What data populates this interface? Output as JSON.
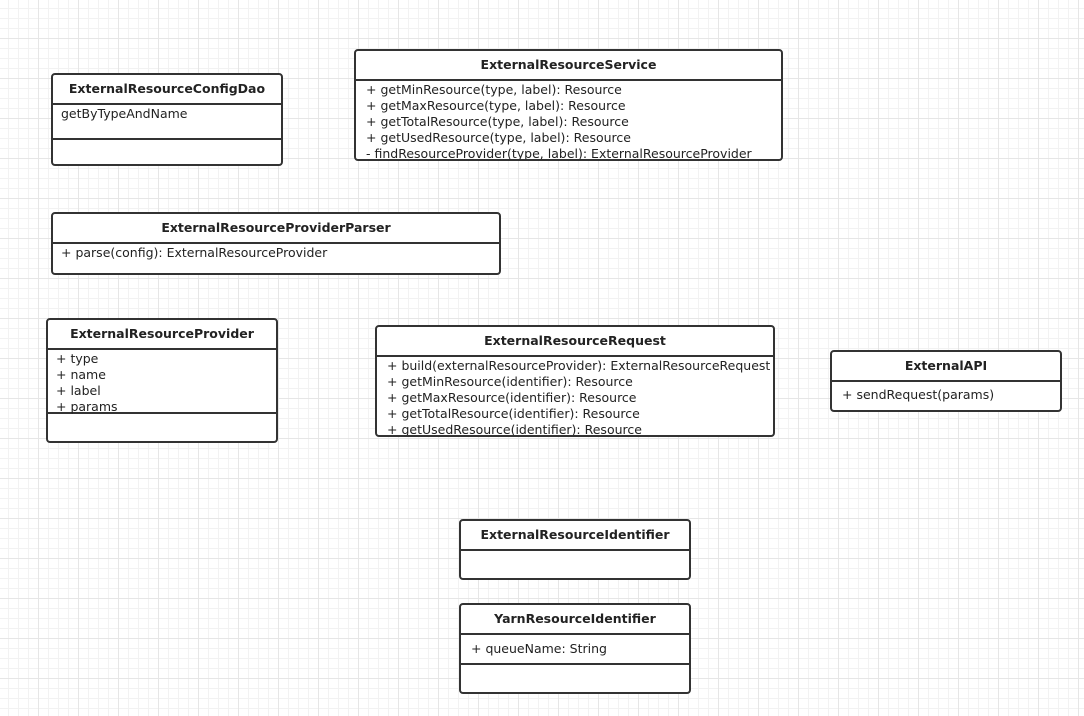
{
  "classes": {
    "config_dao": {
      "name": "ExternalResourceConfigDao",
      "attributes": [
        "getByTypeAndName"
      ],
      "methods": []
    },
    "service": {
      "name": "ExternalResourceService",
      "members": [
        "+ getMinResource(type, label): Resource",
        "+ getMaxResource(type, label): Resource",
        "+ getTotalResource(type, label): Resource",
        "+ getUsedResource(type, label): Resource",
        "- findResourceProvider(type, label): ExternalResourceProvider"
      ]
    },
    "parser": {
      "name": "ExternalResourceProviderParser",
      "members": [
        "+ parse(config):  ExternalResourceProvider"
      ]
    },
    "provider": {
      "name": "ExternalResourceProvider",
      "attributes": [
        "+ type",
        "+ name",
        "+ label",
        "+ params"
      ],
      "methods": []
    },
    "request": {
      "name": "ExternalResourceRequest",
      "members": [
        "+ build(externalResourceProvider): ExternalResourceRequest",
        "+ getMinResource(identifier): Resource",
        "+ getMaxResource(identifier): Resource",
        "+ getTotalResource(identifier): Resource",
        "+ getUsedResource(identifier): Resource"
      ]
    },
    "external_api": {
      "name": "ExternalAPI",
      "members": [
        "+ sendRequest(params)"
      ]
    },
    "identifier": {
      "name": "ExternalResourceIdentifier",
      "members": []
    },
    "yarn_identifier": {
      "name": "YarnResourceIdentifier",
      "attributes": [
        "+ queueName: String"
      ],
      "methods": []
    }
  }
}
